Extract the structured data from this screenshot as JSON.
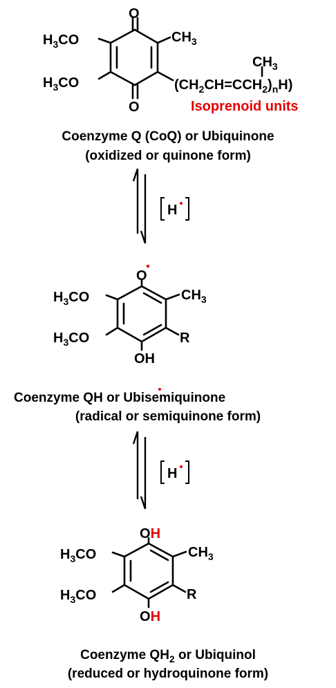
{
  "structures": {
    "ubiquinone": {
      "oxygen_top": "O",
      "oxygen_bottom": "O",
      "methoxy_top": "H",
      "methoxy_top_sub": "3",
      "methoxy_top_tail": "CO",
      "methoxy_bottom": "H",
      "methoxy_bottom_sub": "3",
      "methoxy_bottom_tail": "CO",
      "methyl": "CH",
      "methyl_sub": "3",
      "side_chain_top": "CH",
      "side_chain_top_sub": "3",
      "side_chain": "(CH",
      "side_chain_2": "CH=CCH",
      "side_chain_3": ")",
      "side_chain_n": "n",
      "side_chain_h": "H)",
      "side_chain_sub2": "2",
      "side_chain_sub3": "2",
      "isoprenoid_label": "Isoprenoid units",
      "caption_line1": "Coenzyme Q (CoQ) or Ubiquinone",
      "caption_line2": "(oxidized or quinone form)"
    },
    "ubisemiquinone": {
      "oxygen_top": "O",
      "hydroxyl_bottom": "OH",
      "methoxy_top": "H",
      "methoxy_top_sub": "3",
      "methoxy_top_tail": "CO",
      "methoxy_bottom": "H",
      "methoxy_bottom_sub": "3",
      "methoxy_bottom_tail": "CO",
      "methyl": "CH",
      "methyl_sub": "3",
      "r_group": "R",
      "caption_line1_a": "Coenzyme QH",
      "caption_line1_b": " or Ubisemiquinone",
      "caption_line2": "(radical or semiquinone form)"
    },
    "ubiquinol": {
      "hydroxyl_top_o": "O",
      "hydroxyl_top_h": "H",
      "hydroxyl_bottom_o": "O",
      "hydroxyl_bottom_h": "H",
      "methoxy_top": "H",
      "methoxy_top_sub": "3",
      "methoxy_top_tail": "CO",
      "methoxy_bottom": "H",
      "methoxy_bottom_sub": "3",
      "methoxy_bottom_tail": "CO",
      "methyl": "CH",
      "methyl_sub": "3",
      "r_group": "R",
      "caption_line1_a": "Coenzyme QH",
      "caption_line1_sub": "2",
      "caption_line1_b": " or Ubiquinol",
      "caption_line2": "(reduced or hydroquinone form)"
    }
  },
  "reactions": {
    "step1_reagent": "H",
    "step2_reagent": "H"
  },
  "colors": {
    "radical_dot": "#e60000",
    "highlight": "#e60000",
    "ink": "#000000"
  }
}
